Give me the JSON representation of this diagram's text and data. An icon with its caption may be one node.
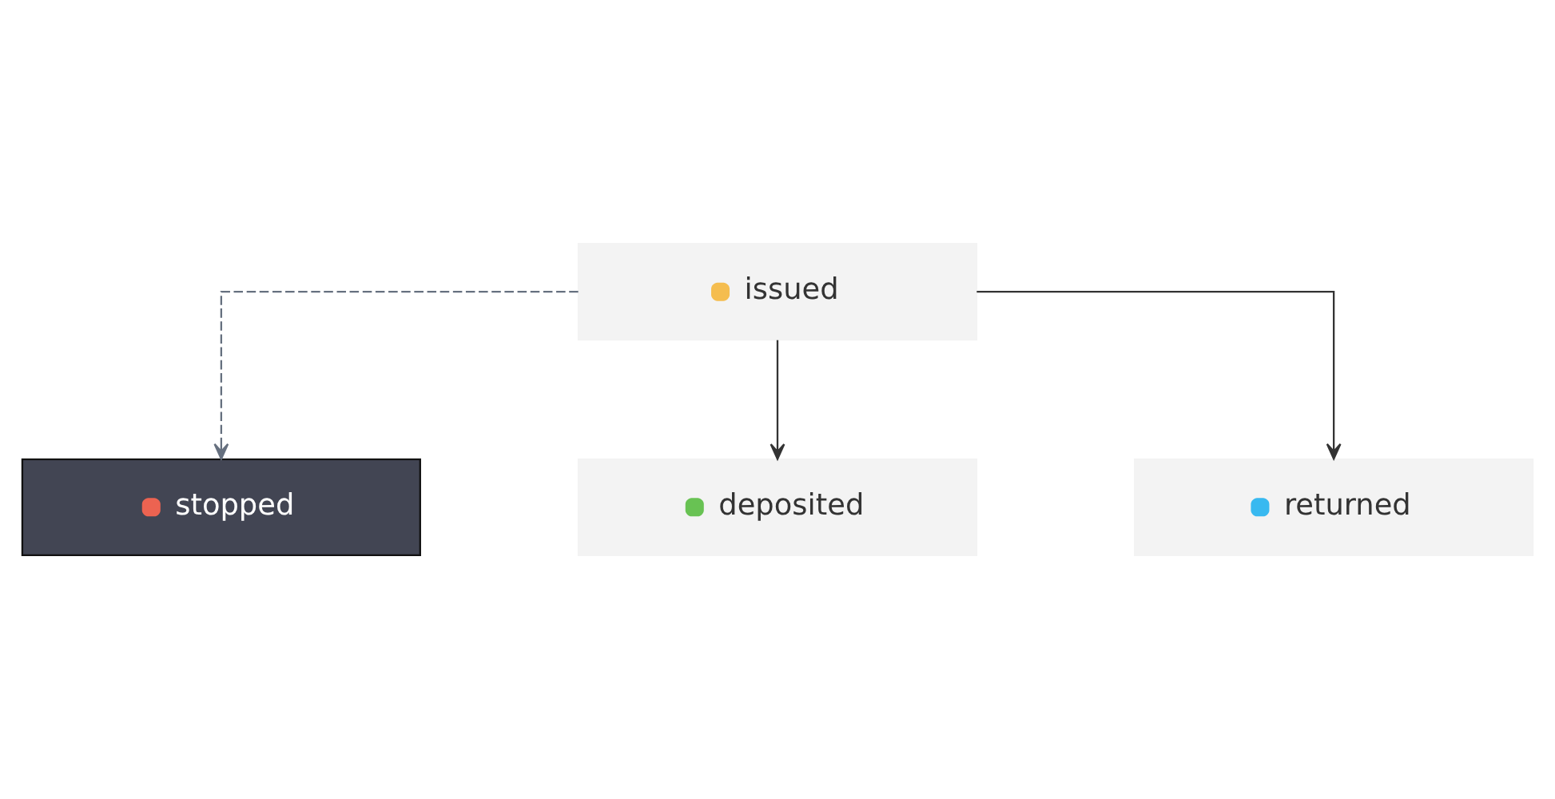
{
  "diagram": {
    "nodes": [
      {
        "text": [
          "issued"
        ]
      },
      {
        "text": [
          "stopped"
        ]
      },
      {
        "text": [
          "deposited"
        ]
      },
      {
        "text": [
          "returned"
        ]
      }
    ],
    "edges": [
      {
        "from": 0,
        "to": 2,
        "arrow": "to"
      },
      {
        "from": 0,
        "to": 3,
        "arrow": "to"
      },
      {
        "from": 0,
        "to": 1,
        "arrow": "to",
        "style": "dashed",
        "color": "#66707f"
      }
    ]
  }
}
